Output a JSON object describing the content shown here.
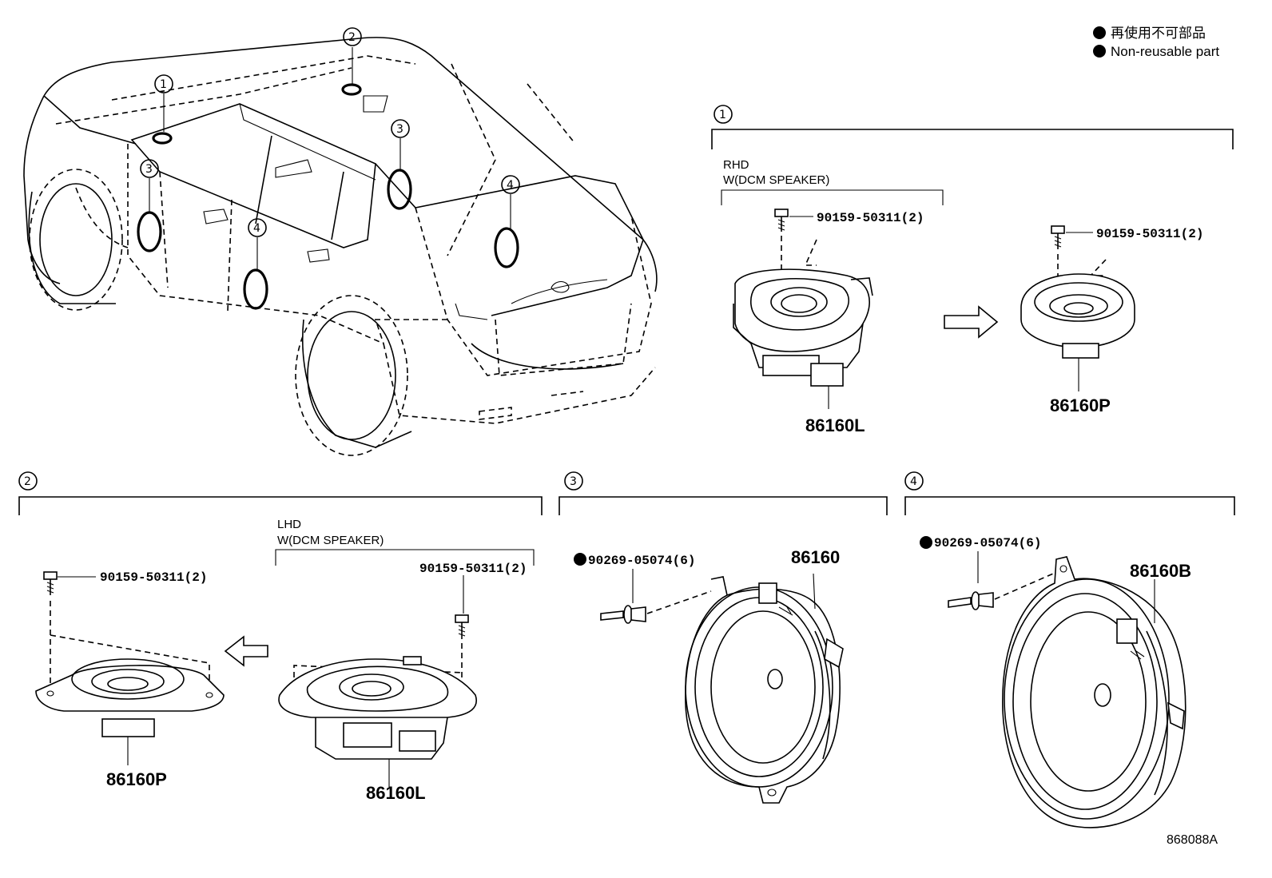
{
  "legend": {
    "line_jp": "再使用不可部品",
    "line_en": "Non-reusable part"
  },
  "callouts": [
    "1",
    "2",
    "3",
    "4"
  ],
  "section1": {
    "number": "1",
    "variant_line1": "RHD",
    "variant_line2": "W(DCM SPEAKER)",
    "screw_a": "90159-50311(2)",
    "screw_b": "90159-50311(2)",
    "part_left": "86160L",
    "part_right": "86160P"
  },
  "section2": {
    "number": "2",
    "variant_line1": "LHD",
    "variant_line2": "W(DCM SPEAKER)",
    "screw_a": "90159-50311(2)",
    "screw_b": "90159-50311(2)",
    "part_left": "86160P",
    "part_right": "86160L"
  },
  "section3": {
    "number": "3",
    "clip": "90269-05074(6)",
    "part": "86160"
  },
  "section4": {
    "number": "4",
    "clip": "90269-05074(6)",
    "part": "86160B"
  },
  "diagram_code": "868088A"
}
